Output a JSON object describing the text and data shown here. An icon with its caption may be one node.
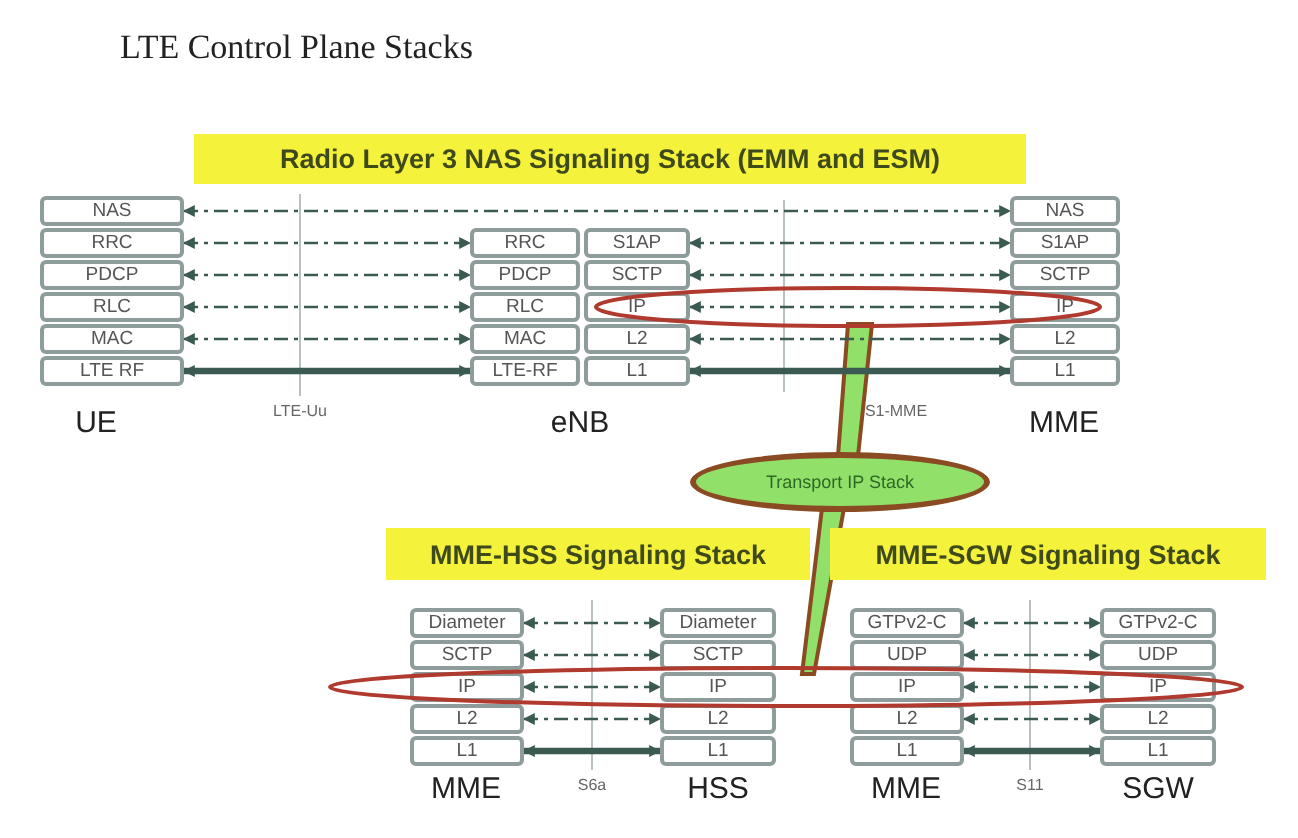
{
  "diagram": {
    "title": "LTE Control Plane Stacks",
    "nodes": [
      {
        "text": [
          "Radio Layer 3 NAS Signaling Stack (EMM and ESM)"
        ]
      },
      {
        "text": [
          "NAS"
        ]
      },
      {
        "text": [
          "RRC"
        ]
      },
      {
        "text": [
          "PDCP"
        ]
      },
      {
        "text": [
          "RLC"
        ]
      },
      {
        "text": [
          "MAC"
        ]
      },
      {
        "text": [
          "LTE RF"
        ]
      },
      {
        "text": [
          "RRC"
        ]
      },
      {
        "text": [
          "PDCP"
        ]
      },
      {
        "text": [
          "RLC"
        ]
      },
      {
        "text": [
          "MAC"
        ]
      },
      {
        "text": [
          "LTE-RF"
        ]
      },
      {
        "text": [
          "S1AP"
        ]
      },
      {
        "text": [
          "SCTP"
        ]
      },
      {
        "text": [
          "IP"
        ]
      },
      {
        "text": [
          "L2"
        ]
      },
      {
        "text": [
          "L1"
        ]
      },
      {
        "text": [
          "NAS"
        ]
      },
      {
        "text": [
          "S1AP"
        ]
      },
      {
        "text": [
          "SCTP"
        ]
      },
      {
        "text": [
          "IP"
        ]
      },
      {
        "text": [
          "L2"
        ]
      },
      {
        "text": [
          "L1"
        ]
      },
      {
        "text": [
          "Transport IP Stack"
        ]
      },
      {
        "text": [
          "MME-HSS Signaling Stack"
        ]
      },
      {
        "text": [
          "MME-SGW Signaling Stack"
        ]
      },
      {
        "text": [
          "Diameter"
        ]
      },
      {
        "text": [
          "SCTP"
        ]
      },
      {
        "text": [
          "IP"
        ]
      },
      {
        "text": [
          "L2"
        ]
      },
      {
        "text": [
          "L1"
        ]
      },
      {
        "text": [
          "Diameter"
        ]
      },
      {
        "text": [
          "SCTP"
        ]
      },
      {
        "text": [
          "IP"
        ]
      },
      {
        "text": [
          "L2"
        ]
      },
      {
        "text": [
          "L1"
        ]
      },
      {
        "text": [
          "GTPv2-C"
        ]
      },
      {
        "text": [
          "UDP"
        ]
      },
      {
        "text": [
          "IP"
        ]
      },
      {
        "text": [
          "L2"
        ]
      },
      {
        "text": [
          "L1"
        ]
      },
      {
        "text": [
          "GTPv2-C"
        ]
      },
      {
        "text": [
          "UDP"
        ]
      },
      {
        "text": [
          "IP"
        ]
      },
      {
        "text": [
          "L2"
        ]
      },
      {
        "text": [
          "L1"
        ]
      }
    ],
    "edges": [
      {
        "from": 1,
        "to": 17,
        "arrow": "both",
        "style": "dashed"
      },
      {
        "from": 2,
        "to": 7,
        "arrow": "both",
        "style": "dashed"
      },
      {
        "from": 3,
        "to": 8,
        "arrow": "both",
        "style": "dashed"
      },
      {
        "from": 4,
        "to": 9,
        "arrow": "both",
        "style": "dashed"
      },
      {
        "from": 5,
        "to": 10,
        "arrow": "both",
        "style": "dashed"
      },
      {
        "from": 6,
        "to": 11,
        "arrow": "both",
        "style": "thick"
      },
      {
        "from": 12,
        "to": 18,
        "arrow": "both",
        "style": "dashed"
      },
      {
        "from": 13,
        "to": 19,
        "arrow": "both",
        "style": "dashed"
      },
      {
        "from": 14,
        "to": 20,
        "arrow": "both",
        "style": "dashed"
      },
      {
        "from": 15,
        "to": 21,
        "arrow": "both",
        "style": "dashed"
      },
      {
        "from": 16,
        "to": 22,
        "arrow": "both",
        "style": "thick"
      },
      {
        "from": 26,
        "to": 31,
        "arrow": "both",
        "style": "dashed"
      },
      {
        "from": 27,
        "to": 32,
        "arrow": "both",
        "style": "dashed"
      },
      {
        "from": 28,
        "to": 33,
        "arrow": "both",
        "style": "dashed"
      },
      {
        "from": 29,
        "to": 34,
        "arrow": "both",
        "style": "dashed"
      },
      {
        "from": 30,
        "to": 35,
        "arrow": "both",
        "style": "thick"
      },
      {
        "from": 36,
        "to": 41,
        "arrow": "both",
        "style": "dashed"
      },
      {
        "from": 37,
        "to": 42,
        "arrow": "both",
        "style": "dashed"
      },
      {
        "from": 38,
        "to": 43,
        "arrow": "both",
        "style": "dashed"
      },
      {
        "from": 39,
        "to": 44,
        "arrow": "both",
        "style": "dashed"
      },
      {
        "from": 40,
        "to": 45,
        "arrow": "both",
        "style": "thick"
      }
    ],
    "labels": [
      "UE",
      "LTE-Uu",
      "eNB",
      "S1-MME",
      "MME",
      "MME",
      "S6a",
      "HSS",
      "MME",
      "S11",
      "SGW"
    ]
  }
}
